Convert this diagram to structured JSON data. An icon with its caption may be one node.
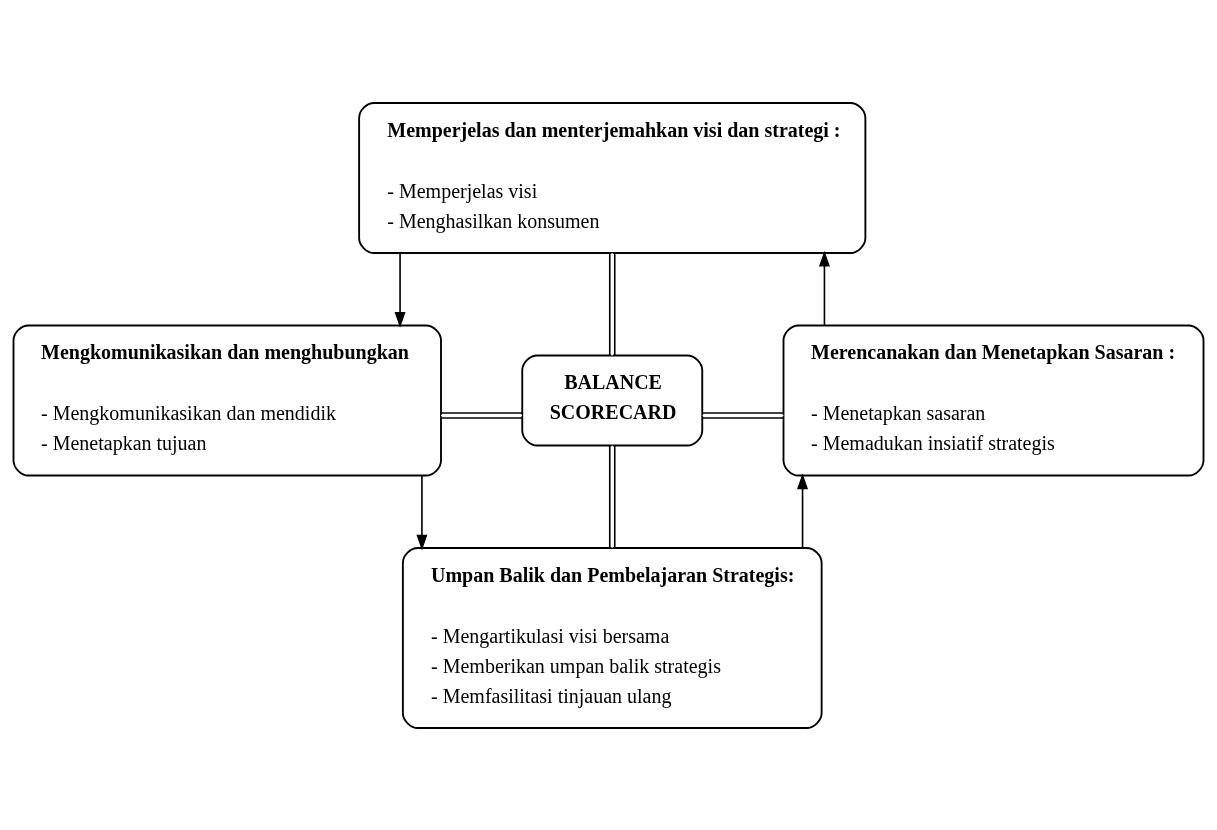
{
  "diagram": {
    "nodes": [
      {
        "text": [
          "Memperjelas dan menterjemahkan visi dan strategi :",
          "- Memperjelas visi",
          "- Menghasilkan konsumen"
        ]
      },
      {
        "text": [
          "Mengkomunikasikan dan menghubungkan",
          "- Mengkomunikasikan dan mendidik",
          "- Menetapkan tujuan"
        ]
      },
      {
        "text": [
          "BALANCE",
          "SCORECARD"
        ]
      },
      {
        "text": [
          "Merencanakan dan Menetapkan Sasaran :",
          "- Menetapkan sasaran",
          "- Memadukan insiatif strategis"
        ]
      },
      {
        "text": [
          "Umpan Balik dan Pembelajaran Strategis:",
          "- Mengartikulasi visi bersama",
          "- Memberikan umpan balik strategis",
          "- Memfasilitasi tinjauan ulang"
        ]
      }
    ],
    "edges": [
      {
        "from": 0,
        "to": 1,
        "arrow": "to"
      },
      {
        "from": 1,
        "to": 4,
        "arrow": "to"
      },
      {
        "from": 4,
        "to": 3,
        "arrow": "to"
      },
      {
        "from": 3,
        "to": 0,
        "arrow": "to"
      },
      {
        "from": 2,
        "to": 0,
        "arrow": "none"
      },
      {
        "from": 2,
        "to": 1,
        "arrow": "none"
      },
      {
        "from": 2,
        "to": 3,
        "arrow": "none"
      },
      {
        "from": 2,
        "to": 4,
        "arrow": "none"
      }
    ]
  }
}
